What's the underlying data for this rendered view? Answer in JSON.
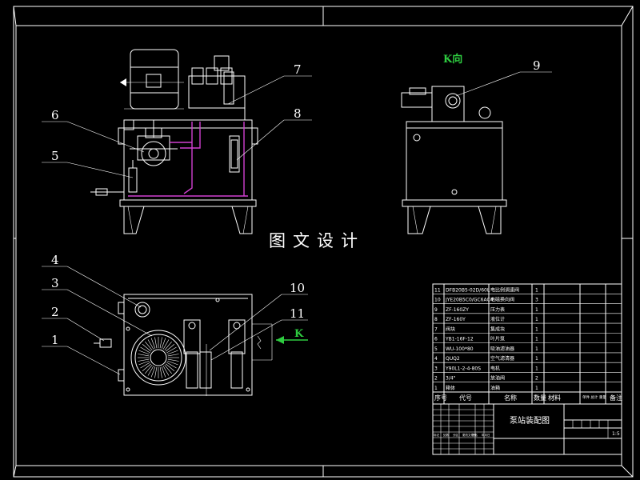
{
  "view_label": "K向",
  "arrow_label": "K",
  "watermark": "图文设计",
  "callouts": [
    "1",
    "2",
    "3",
    "4",
    "5",
    "6",
    "7",
    "8",
    "9",
    "10",
    "11"
  ],
  "bom": {
    "rows": [
      {
        "no": "11",
        "code": "DFB20B5-02D/60L",
        "name": "电比例调速阀",
        "qty": "1"
      },
      {
        "no": "10",
        "code": "JYE20B5C0/GC6AC4",
        "name": "电磁换向阀",
        "qty": "3"
      },
      {
        "no": "9",
        "code": "ZF-160ZY",
        "name": "压力表",
        "qty": "1"
      },
      {
        "no": "8",
        "code": "ZF-160Y",
        "name": "液位计",
        "qty": "1"
      },
      {
        "no": "7",
        "code": "阀块",
        "name": "集成块",
        "qty": "1"
      },
      {
        "no": "6",
        "code": "YB1-16F-12",
        "name": "叶片泵",
        "qty": "1"
      },
      {
        "no": "5",
        "code": "WU-100*80",
        "name": "吸油滤油器",
        "qty": "1"
      },
      {
        "no": "4",
        "code": "QUQ2",
        "name": "空气滤清器",
        "qty": "1"
      },
      {
        "no": "3",
        "code": "Y90L1-2-4-80S",
        "name": "电机",
        "qty": "1"
      },
      {
        "no": "2",
        "code": "3/4\"",
        "name": "放油阀",
        "qty": "2"
      },
      {
        "no": "1",
        "code": "箱体",
        "name": "油箱",
        "qty": "1"
      }
    ],
    "header": {
      "no": "序号",
      "code": "代号",
      "name": "名称",
      "qty": "数量",
      "material": "材料",
      "weight": "单件 总计 重量",
      "remark": "备注"
    }
  },
  "title_block": {
    "title": "泵站装配图",
    "scale": "1:5",
    "small_labels": [
      "标记",
      "处数",
      "分区",
      "更改文件号",
      "签名",
      "年月日"
    ]
  }
}
